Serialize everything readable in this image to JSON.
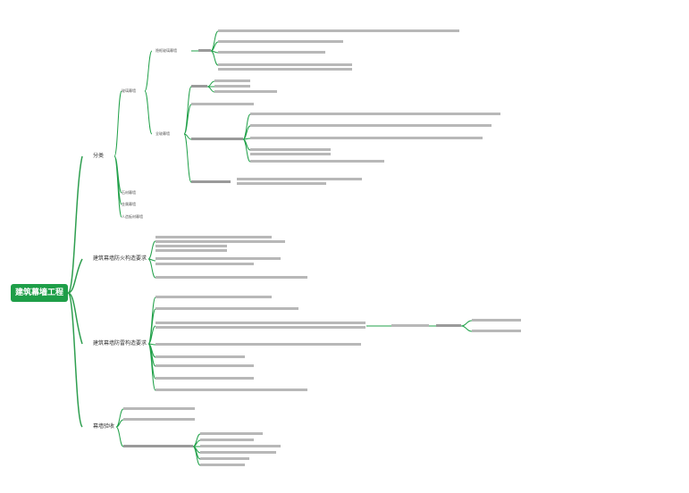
{
  "root": "建筑幕墙工程",
  "branches": {
    "classification": "分类",
    "fire": "建筑幕墙防火构造要求",
    "lightning": "建筑幕墙防雷构造要求",
    "acceptance": "幕墙验收"
  },
  "classification_children": {
    "glass": "玻璃幕墙",
    "stone": "石材幕墙",
    "metal": "金属幕墙",
    "aluminum_panel": "人造板材幕墙"
  },
  "glass_children": {
    "hidden_frame": "隐框玻璃幕墙",
    "fully_glazed": "全玻幕墙"
  },
  "colors": {
    "root_bg": "#1e9e48",
    "connector": "#22a14a",
    "text_placeholder": "#b8b8b8"
  }
}
